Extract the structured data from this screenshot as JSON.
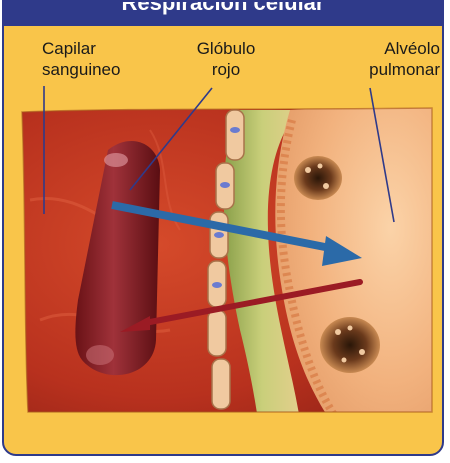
{
  "header": {
    "title": "Respiración celular"
  },
  "labels": {
    "capillary": [
      "Capilar",
      "sanguineo"
    ],
    "red_cell": [
      "Glóbulo",
      "rojo"
    ],
    "alveolus": [
      "Alvéolo",
      "pulmonar"
    ]
  },
  "colors": {
    "panel_bg": "#f9c54a",
    "header_bg": "#2f3a8a",
    "arrow_blue": "#2b6aa8",
    "arrow_red": "#9b1b24",
    "tissue_red": "#b8311e",
    "alveolus_peach": "#f2b27e"
  }
}
